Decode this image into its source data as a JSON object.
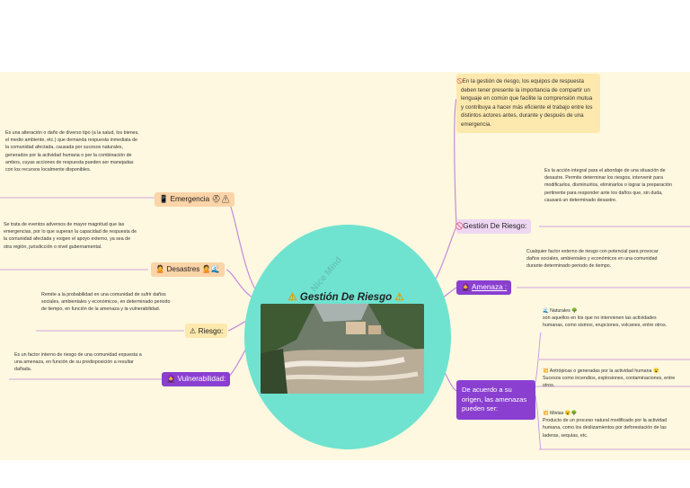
{
  "center": {
    "title": "Gestión De Riesgo",
    "watermark": "Nice Mind"
  },
  "left": {
    "emergencia": {
      "label": "Emergencia",
      "note": "Es una alteración  o daño de diverso tipo (a la salud, los bienes, el medio ambiente, etc.) que demanda respuesta inmediata de la comunidad afectada, causada por sucesos naturales, generados por la actividad humana o por la combinación de ambos, cuyas acciones de respuesta pueden ser manejadas con los recursos localmente disponibles."
    },
    "desastres": {
      "label": "Desastres",
      "note": "Se trata de eventos adversos de mayor magnitud que las emergencias, por lo que superan la capacidad de respuesta de la comunidad afectada y exigen el apoyo externo, ya sea de otra región, jurisdicción o nivel gubernamental."
    },
    "riesgo": {
      "label": "Riesgo:",
      "note": "Remite a la probabilidad en una comunidad de sufrir daños sociales, ambientales y económicos, en determinado periodo de tiempo, en función de la amenaza y la vulnerabilidad."
    },
    "vulnerabilidad": {
      "label": "Vulnerabilidad:",
      "note": "Es un factor interno de riesgo de una comunidad expuesta a una amenaza, en función de su predisposición a resultar dañada."
    }
  },
  "right": {
    "top_note": "En la gestión de riesgo, los equipos de respuesta deben tener presente la importancia de compartir un lenguaje en común que facilite la comprensión mutua y contribuya a hacer más eficiente el trabajo entre los distintos actores antes, durante y después de una emergencia.",
    "gestion": {
      "label": "Gestión De Riesgo:",
      "note": "Es la acción integral para el abordaje de una situación de desastre. Permite determinar los riesgos, intervenir para modificarlos, disminuirlos, eliminarlos o lograr la preparación pertinente para responder ante los daños que, sin duda, causará un determinado desastre."
    },
    "amenaza": {
      "label": "Amenaza :",
      "note": "Cualquier factor externo de riesgo con potencial para provocar daños sociales, ambientales y económicos en una comunidad durante determinado periodo de tiempo."
    },
    "origen": {
      "label": "De acuerdo a su origen, las amenazas pueden ser:",
      "items": [
        {
          "title": "Naturales",
          "text": "son aquellos en los que no intervienen las actividades humanas, como sismos, erupciones, volcanes, entre otros."
        },
        {
          "title": "Antrópicas o generadas por la actividad humana",
          "text": "Sucesos como incendios, explosiones, contaminaciones, entre otros."
        },
        {
          "title": "Mixtas",
          "text": "Producto de un proceso natural modificado por la actividad humana, como los deslizamientos por deforestación de las laderas, sequías, etc."
        }
      ]
    }
  },
  "colors": {
    "canvas": "#fdf8df",
    "center": "#6fe3d0",
    "link": "#c58adf",
    "orange": "#fbd4a8",
    "yellow": "#fde9ad",
    "purple": "#8a3fd1",
    "lilac": "#efd7f3"
  },
  "icons": {
    "emergencia": "phone-icon",
    "desastres": "person-icon",
    "riesgo": "warning-icon",
    "vulnerabilidad": "person-icon",
    "top_note": "no-entry-icon",
    "gestion": "no-entry-icon",
    "amenaza": "person-icon",
    "naturales": "wave-icon",
    "antropicas": "collision-icon",
    "mixtas": "collision-icon"
  }
}
